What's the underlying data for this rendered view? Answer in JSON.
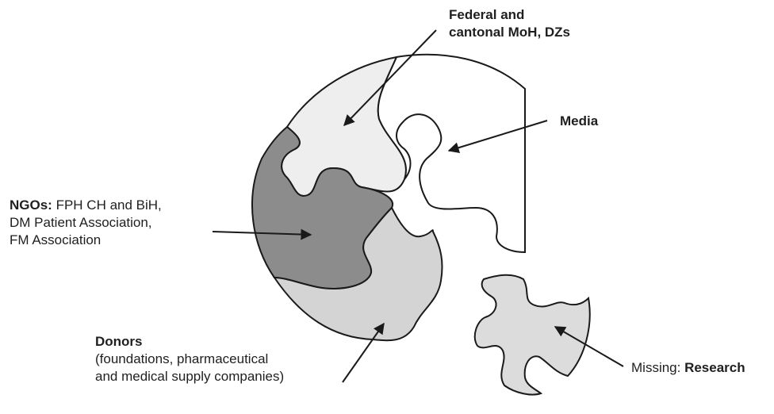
{
  "labels": {
    "federal_line1": "Federal and",
    "federal_line2": "cantonal MoH, DZs",
    "media": "Media",
    "ngo_bold": "NGOs:",
    "ngo_line1_rest": " FPH CH and BiH,",
    "ngo_line2": "DM Patient Association,",
    "ngo_line3": "FM Association",
    "donors_bold": "Donors",
    "donors_line2": "(foundations, pharmaceutical",
    "donors_line3": "and medical supply companies)",
    "missing_prefix": "Missing: ",
    "missing_bold": "Research"
  },
  "colors": {
    "outline": "#1a1a1a",
    "piece_federal": "#eeeeee",
    "piece_media": "#ffffff",
    "piece_ngo": "#8c8c8c",
    "piece_donors": "#d4d4d4",
    "piece_research": "#dcdcdc"
  }
}
